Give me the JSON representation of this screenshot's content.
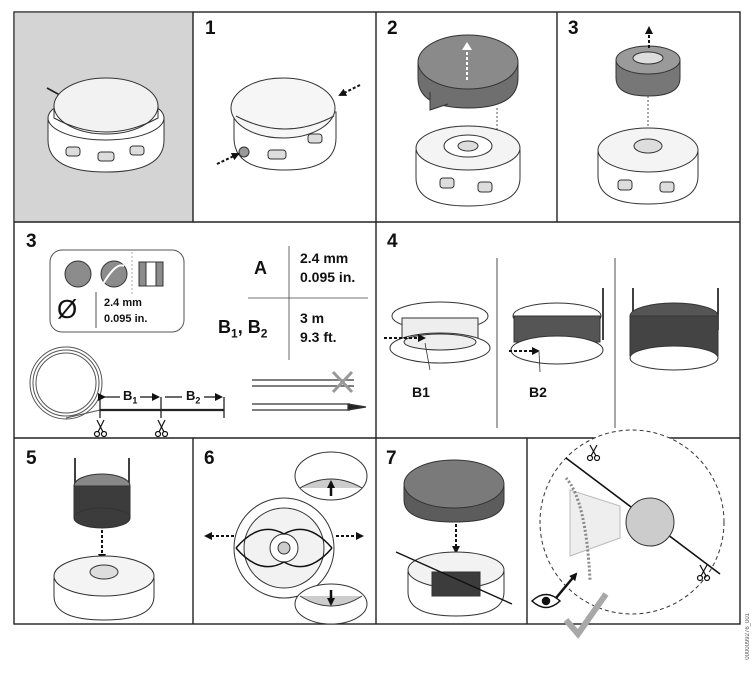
{
  "steps": {
    "s1": "1",
    "s2": "2",
    "s3": "3",
    "s3b": "3",
    "s4": "4",
    "s5": "5",
    "s6": "6",
    "s7": "7"
  },
  "line_spec": {
    "symbol": "Ø",
    "diameter_mm": "2.4 mm",
    "diameter_in": "0.095 in.",
    "A_label": "A",
    "A_mm": "2.4 mm",
    "A_in": "0.095 in.",
    "B_label_1": "B",
    "B_sub_1": "1",
    "B_sep": ", B",
    "B_sub_2": "2",
    "B_m": "3 m",
    "B_ft": "9.3 ft.",
    "cut_B1": "B",
    "cut_B1_sub": "1",
    "cut_B2": "B",
    "cut_B2_sub": "2"
  },
  "step4": {
    "b1": "B1",
    "b2": "B2"
  },
  "doc_id": "0000099276_001",
  "colors": {
    "line": "#1a1a1a",
    "panel_grey": "#d4d4d4",
    "cap_grey": "#6f6f6f",
    "spool_dark": "#3c3c3c",
    "check": "#a8a8a8"
  }
}
